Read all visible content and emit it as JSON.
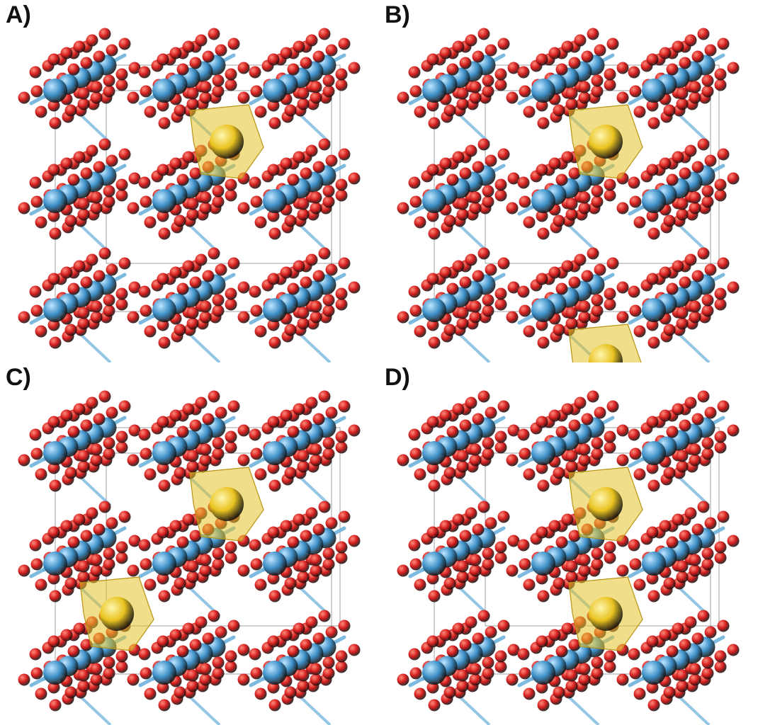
{
  "panels": [
    {
      "id": "A",
      "label": "A)",
      "yellow_sites": [
        [
          1,
          0
        ]
      ]
    },
    {
      "id": "B",
      "label": "B)",
      "yellow_sites": [
        [
          1,
          0
        ],
        [
          1,
          2
        ]
      ]
    },
    {
      "id": "C",
      "label": "C)",
      "yellow_sites": [
        [
          1,
          0
        ],
        [
          0,
          1
        ]
      ]
    },
    {
      "id": "D",
      "label": "D)",
      "yellow_sites": [
        [
          1,
          0
        ],
        [
          1,
          1
        ]
      ]
    }
  ],
  "colors": {
    "oxygen": "#d41d1d",
    "oxygen_highlight": "#ff8a7a",
    "metal": "#3d8fc7",
    "metal_highlight": "#bfe6ff",
    "bond_metal": "#6fb3dc",
    "cell_edge": "#555555",
    "dopant": "#e8c21e",
    "dopant_highlight": "#fff6b0",
    "dopant_polyhedron": "#e6c32a"
  },
  "icons": {
    "oxygen_atom": "red-sphere",
    "metal_atom": "blue-sphere",
    "dopant_atom": "yellow-sphere-in-octahedron"
  }
}
